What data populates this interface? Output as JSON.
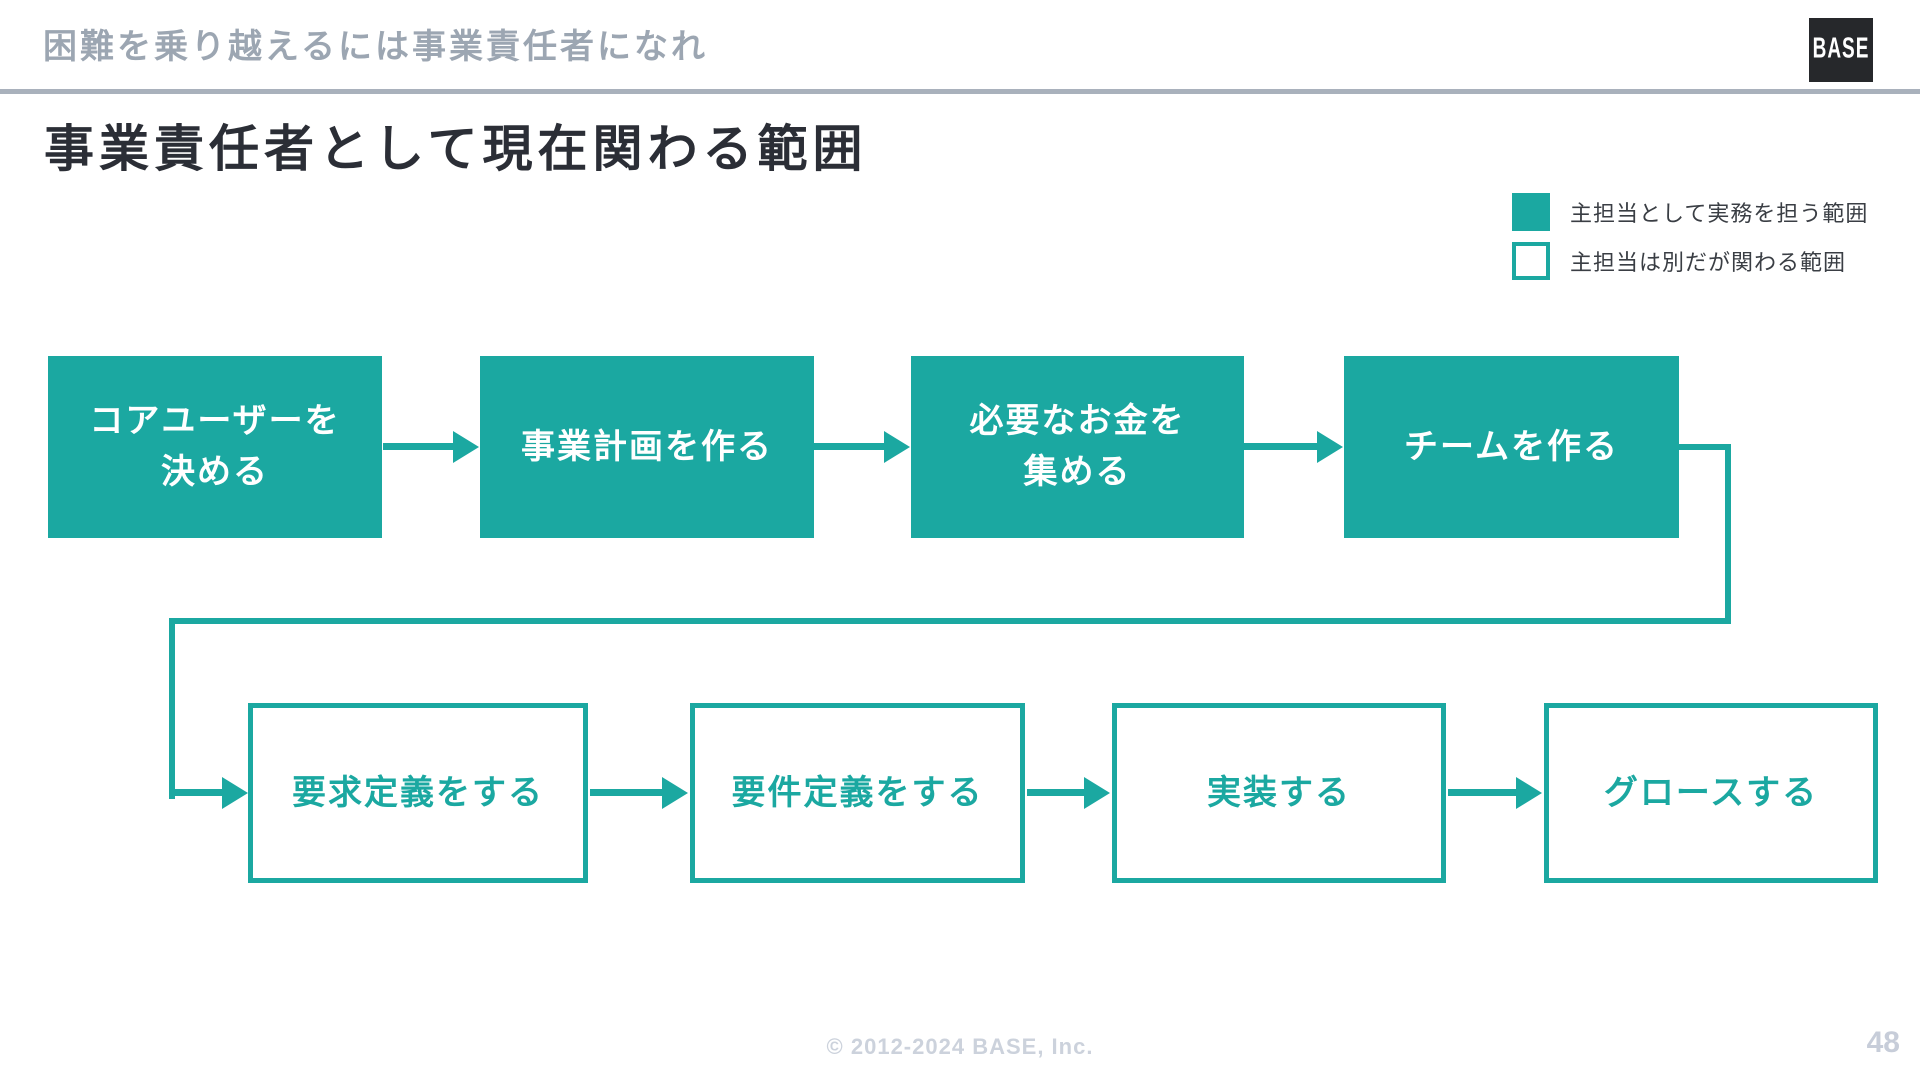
{
  "slide": {
    "header": {
      "kicker": "困難を乗り越えるには事業責任者になれ",
      "logo_text": "BASE"
    },
    "title": "事業責任者として現在関わる範囲",
    "legend": {
      "items": [
        {
          "style": "filled",
          "label": "主担当として実務を担う範囲"
        },
        {
          "style": "outlined",
          "label": "主担当は別だが関わる範囲"
        }
      ]
    },
    "flow": {
      "row1": [
        {
          "label": "コアユーザーを\n決める"
        },
        {
          "label": "事業計画を作る"
        },
        {
          "label": "必要なお金を\n集める"
        },
        {
          "label": "チームを作る"
        }
      ],
      "row2": [
        {
          "label": "要求定義をする"
        },
        {
          "label": "要件定義をする"
        },
        {
          "label": "実装する"
        },
        {
          "label": "グロースする"
        }
      ]
    },
    "footer": {
      "copyright": "© 2012-2024 BASE, Inc.",
      "page_number": "48"
    },
    "colors": {
      "accent_teal": "#1BA8A1",
      "header_gray": "#9CA6B2",
      "divider_gray": "#A9B1BC",
      "title_dark": "#2B2E36",
      "legend_text": "#3A3E44",
      "footer_gray": "#CCD2DC",
      "page_gray": "#C7CDD9",
      "logo_bg": "#26282B"
    }
  }
}
